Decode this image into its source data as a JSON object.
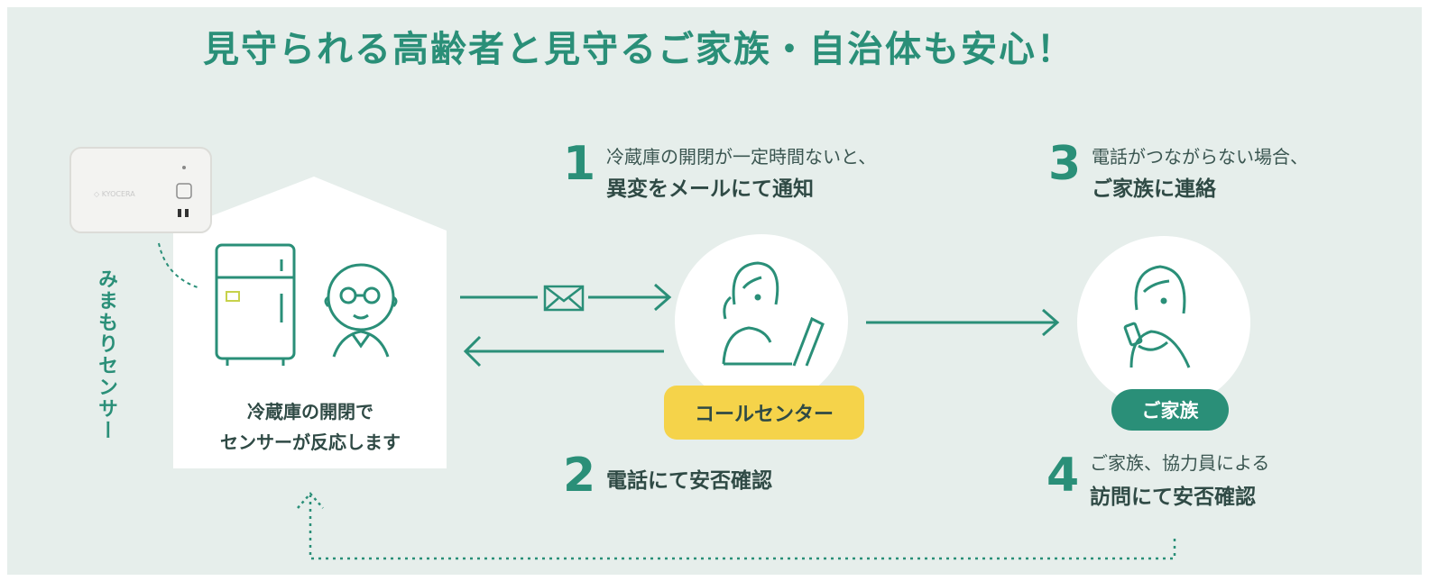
{
  "title": "見守られる高齢者と見守るご家族・自治体も安心！",
  "sensor_label": "みまもりセンサー",
  "house_text": {
    "line1": "冷蔵庫の開閉で",
    "line2": "センサーが反応します"
  },
  "steps": [
    {
      "number": "1",
      "line1": "冷蔵庫の開閉が一定時間ないと、",
      "line2": "異変をメールにて通知"
    },
    {
      "number": "2",
      "line1": "",
      "line2": "電話にて安否確認"
    },
    {
      "number": "3",
      "line1": "電話がつながらない場合、",
      "line2": "ご家族に連絡"
    },
    {
      "number": "4",
      "line1": "ご家族、協力員による",
      "line2": "訪問にて安否確認"
    }
  ],
  "badges": {
    "callcenter": "コールセンター",
    "family": "ご家族"
  },
  "colors": {
    "primary_green": "#2a8f78",
    "accent_yellow": "#f5d34a",
    "background": "#e6eeeb"
  },
  "icons": [
    "sensor-device-icon",
    "refrigerator-icon",
    "elderly-man-icon",
    "envelope-icon",
    "operator-woman-icon",
    "family-woman-icon"
  ]
}
